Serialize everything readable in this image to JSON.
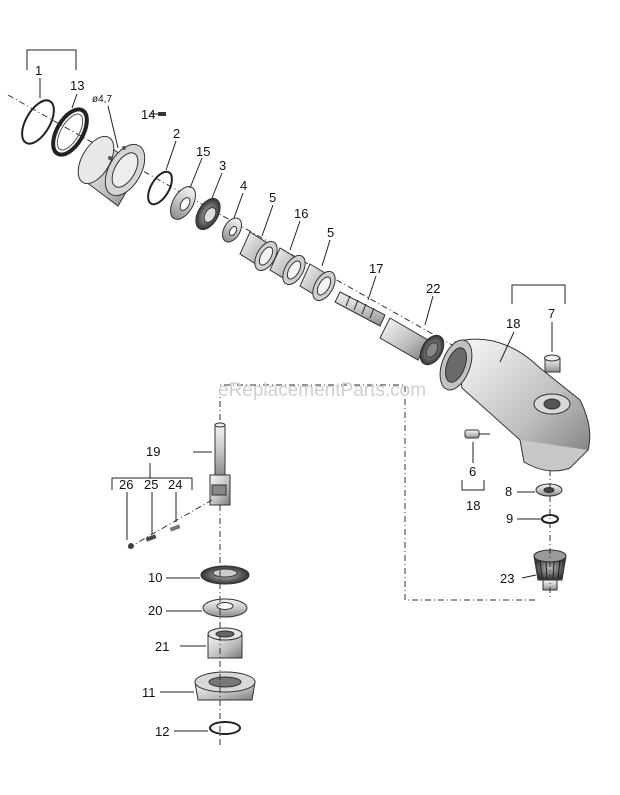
{
  "watermark": "eReplacementParts.com",
  "dimension_note": "ø4,7",
  "callouts": {
    "p1": "1",
    "p13": "13",
    "p14": "14",
    "p2": "2",
    "p15": "15",
    "p3": "3",
    "p4": "4",
    "p5a": "5",
    "p16": "16",
    "p5b": "5",
    "p17": "17",
    "p22": "22",
    "p18a": "18",
    "p7": "7",
    "p6": "6",
    "p18b": "18",
    "p8": "8",
    "p9": "9",
    "p23": "23",
    "p19": "19",
    "p26": "26",
    "p25": "25",
    "p24": "24",
    "p10": "10",
    "p20": "20",
    "p21": "21",
    "p11": "11",
    "p12": "12"
  }
}
